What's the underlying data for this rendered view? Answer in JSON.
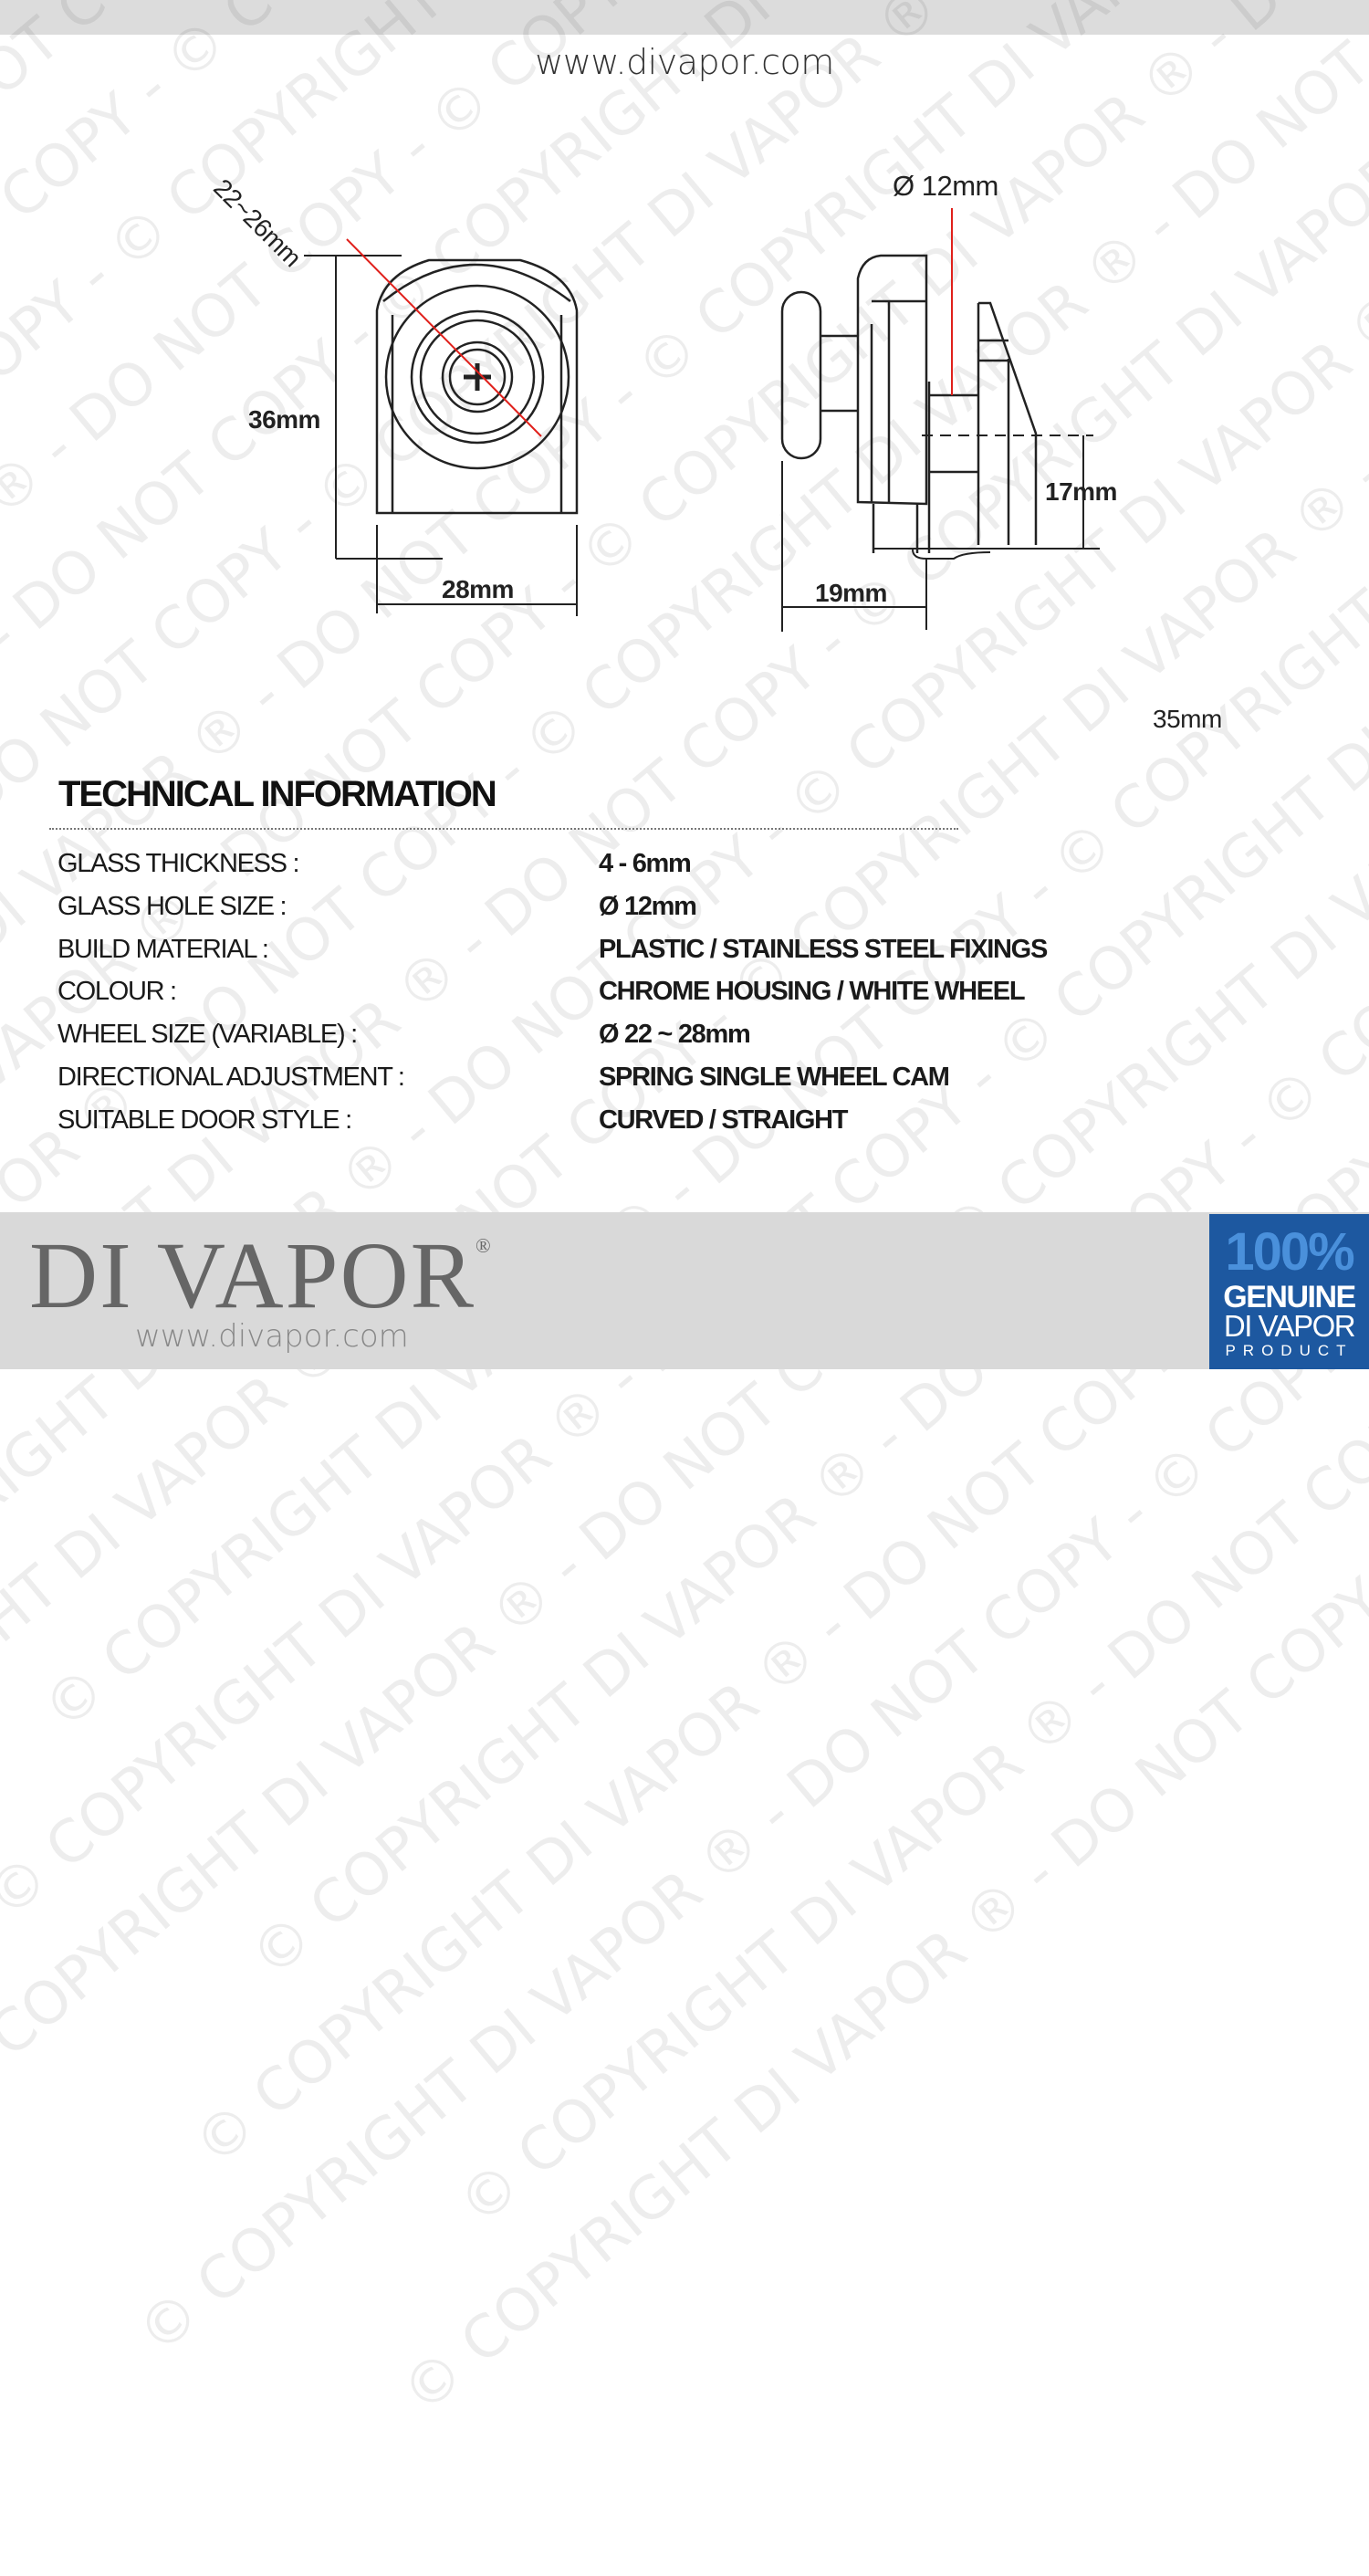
{
  "header": {
    "url": "www.divapor.com"
  },
  "watermark": "© COPYRIGHT DI VAPOR ® - DO NOT COPY -",
  "diagram": {
    "front_view": {
      "diagonal": "22~26mm",
      "height": "36mm",
      "width": "28mm"
    },
    "side_view": {
      "hole": "Ø 12mm",
      "offset": "17mm",
      "depth": "19mm"
    },
    "extra_dimension": "35mm",
    "accent_color": "#e0201b"
  },
  "technical": {
    "title": "TECHNICAL INFORMATION",
    "rows": [
      {
        "label": "GLASS THICKNESS :",
        "value": "4 - 6mm"
      },
      {
        "label": "GLASS HOLE SIZE :",
        "value": "Ø 12mm"
      },
      {
        "label": "BUILD MATERIAL :",
        "value": "PLASTIC / STAINLESS STEEL FIXINGS"
      },
      {
        "label": "COLOUR :",
        "value": "CHROME HOUSING / WHITE WHEEL"
      },
      {
        "label": "WHEEL SIZE (VARIABLE) :",
        "value": "Ø 22 ~ 28mm"
      },
      {
        "label": "DIRECTIONAL ADJUSTMENT :",
        "value": "SPRING SINGLE WHEEL CAM"
      },
      {
        "label": "SUITABLE DOOR STYLE :",
        "value": "CURVED / STRAIGHT"
      }
    ]
  },
  "footer": {
    "logo": "DI VAPOR",
    "registered": "®",
    "url": "www.divapor.com",
    "badge": {
      "line1": "100%",
      "line2": "GENUINE",
      "line3": "DI VAPOR",
      "line4": "PRODUCT",
      "color": "#1d58a0"
    }
  }
}
